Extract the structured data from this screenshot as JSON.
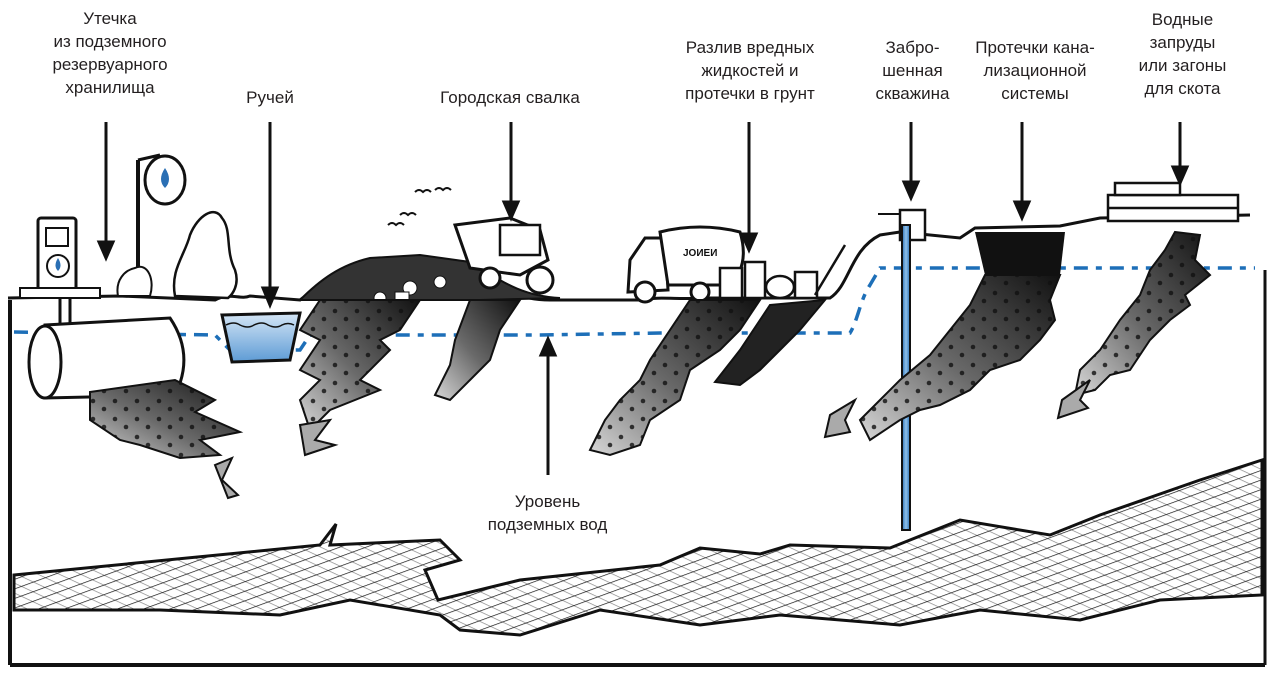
{
  "title": "Источники загрязнения подземных вод",
  "labels": {
    "tank_leak": "Утечка\nиз подземного\nрезервуарного\nхранилища",
    "stream": "Ручей",
    "landfill": "Городская свалка",
    "spills": "Разлив вредных\nжидкостей и\nпротечки в грунт",
    "abandoned_well": "Забро-\nшенная\nскважина",
    "sewer_leaks": "Протечки кана-\nлизационной\nсистемы",
    "ponds": "Водные\nзапруды\nили загоны\nдля скота",
    "water_table": "Уровень\nподземных вод"
  },
  "truck_text": "ЈОИЕИ",
  "colors": {
    "water_table": "#1d6fb8",
    "water": "#9cc3e6",
    "plume_dark": "#1a1a1a",
    "plume_light": "#c8c8c8",
    "ink": "#111111"
  }
}
